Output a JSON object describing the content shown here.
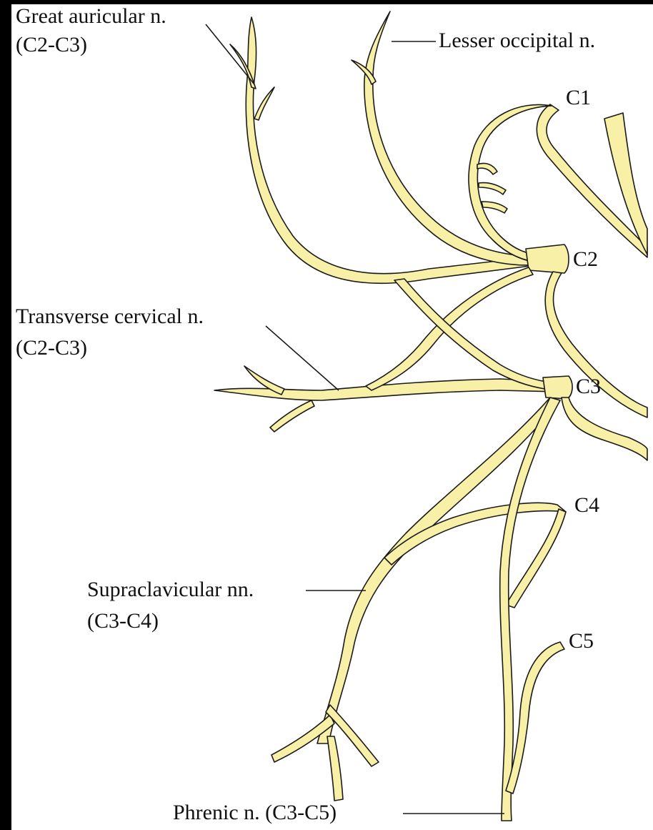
{
  "labels": {
    "great_auricular": "Great auricular n.",
    "great_auricular_roots": "(C2-C3)",
    "lesser_occipital": "Lesser occipital n.",
    "transverse_cervical": "Transverse cervical n.",
    "transverse_cervical_roots": "(C2-C3)",
    "supraclavicular": "Supraclavicular nn.",
    "supraclavicular_roots": "(C3-C4)",
    "phrenic": "Phrenic n. (C3-C5)",
    "c1": "C1",
    "c2": "C2",
    "c3": "C3",
    "c4": "C4",
    "c5": "C5"
  },
  "colors": {
    "nerve_fill": "#f8f0a6",
    "outline": "#1a1a1a",
    "background": "#ffffff",
    "frame": "#000000"
  }
}
